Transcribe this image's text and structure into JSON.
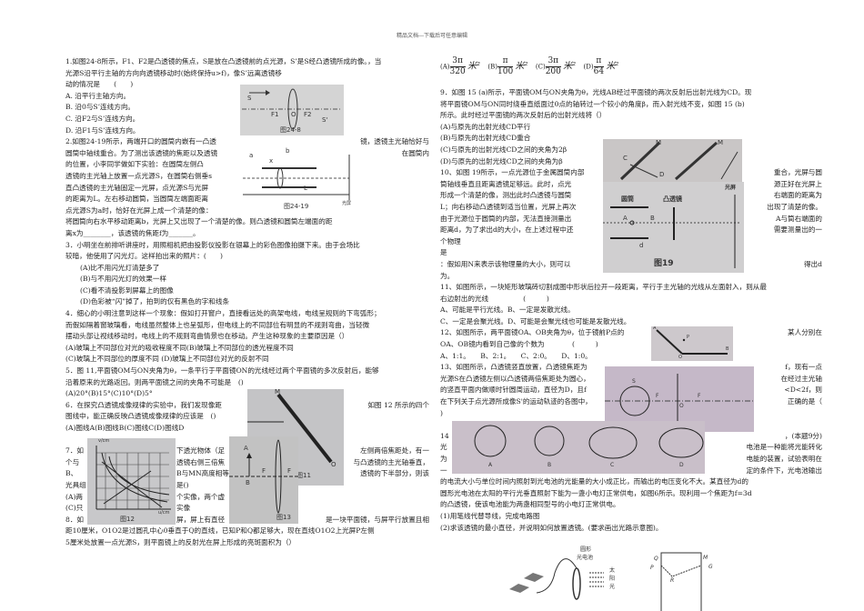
{
  "header": "精品文档---下载后可任意编辑",
  "left": {
    "lines": [
      "1.如图24-8所示，F1、F2是凸透镜的焦点，S是放在凸透镜前的点光源，S’是S经凸透镜所成的像。，当",
      "光源S沿平行主轴的方向向透镜移动时(始终保持u>f)，像S’远离透镜移",
      "动的情况是　　(　　)",
      "A. 沿平行主轴方向。",
      "B. 沿0与S’连线方向。",
      "C. 沿F2与S’连线方向。",
      "D. 沿F1与S’连线方向。"
    ],
    "q2a": "2.如图24-19所示，两端开口的圆筒内嵌有一凸透",
    "q2a_r": "镜，透镜主光轴恰好与",
    "q2b": "圆筒中轴线重合。为了测出该透镜的焦距以及透镜",
    "q2b_r": "在圆筒内",
    "lines2": [
      "的位置，小李同学做如下实验：在圆筒左侧凸",
      "透镜的主光轴上放置一点光源S，在圆筒右侧垂s",
      "直凸透镜的主光轴固定一光屏，点光源S与光屏",
      "的距离为L。左右移动圆筒，当圆筒左端面距离",
      "点光源S为a时，恰好在光屏上成一个清楚的像：",
      "将圆筒向右水平移动距离b，光屏上又出现了一个清楚的像。则凸透镜和圆筒左端面的距",
      "离x为________，该透镜的焦距f为_______。",
      "3．小明坐在前排听讲座时，用照相机把由投影仪投影在银幕上的彩色图像拍摄下来。由于会场比",
      "较暗，他使用了闪光灯。这样拍出来的照片：(　　)"
    ],
    "q3opts": [
      "(A)比不用闪光灯清楚多了",
      "(B)与不用闪光灯的效果一样",
      "(C)看不清投影到屏幕上的图像",
      "(D)色彩被“闪”掉了，拍到的仅有黑色的字和线条"
    ],
    "lines3": [
      "4．细心的小明注意到这样一个现象：假如打开窗户，直接看远处的高架电线，电线呈规则的下弯弧形；",
      "而假如隔着窗玻璃看，电线虽然整体上也呈弧形，但电线上的不同部位有明显的不规则弯曲，当轻微",
      "摆动头部让视线移动时，电线上的不规则弯曲情景也在移动。产生这种现象的主要原因是（）",
      "(A)玻璃上不同部位对光的吸收程度不同(B)玻璃上不同部位的透光程度不同",
      "(C)玻璃上不同部位的厚度不同 (D)玻璃上不同部位对光的反射不同",
      "5．图 11,平面镜OM与ON夹角为θ，一条平行于平面镜ON的光线经过两个平面镜的多次反射后，能够",
      "沿着原来的光路返回。则两平面镜之间的夹角不可能是　()",
      "(A)20°(B)15°(C)10°(D)5°",
      "6．在探究凸透镜成像规律的实验中，我们发现像距",
      "图线中，能正确反映凸透镜成像规律的应该是　()",
      "(A)图线A(B)图线B(C)图线C(D)图线D"
    ],
    "q6_r": "如图 12 所示的四个",
    "lines4": [
      "7．如",
      "个与",
      "B、",
      "光具组",
      "(A)两",
      "(C)只"
    ],
    "lines4_r": [
      "下透光物体（足",
      "透镜右侧三倍焦",
      "B与MN高度相等",
      "是()",
      "个实像，两个虚",
      "实像"
    ],
    "lines4_rr": [
      "左侧两倍焦距处，有一",
      "与凸透镜的主光轴垂直，",
      "透镜的下半部分，则该",
      "",
      "",
      ""
    ],
    "q8a": "8．如",
    "q8a_r": "屏，屏上有直径",
    "q8a_rr": "是一块平面镜，与屏平行放置且相",
    "q8b": "距10厘米，O1O2是过圆孔中心0垂直于Q的直线，已知P和Q都足够大，现在直线O1O2上光屏P左侧",
    "q8c": "5厘米处放置一点光源S，则平面镜上的反射光在屏上形成的亮斑面积为（）",
    "fig248": {
      "caption": "图24-8",
      "labels": [
        "S",
        "F1",
        "O",
        "F2",
        "S'"
      ]
    },
    "fig2419": {
      "caption": "图24-19",
      "labels": [
        "a",
        "x",
        "b",
        "L",
        "光屏"
      ]
    },
    "fig11": {
      "caption": "图11",
      "labels": [
        "M",
        "O"
      ]
    },
    "fig12": {
      "caption": "图12",
      "ylabel": "v/cm",
      "xlabel": "u/cm",
      "yticks": [
        "30",
        "20",
        "10"
      ],
      "xticks": [
        "0",
        "10",
        "20",
        "30"
      ],
      "curves": [
        "A",
        "B",
        "C",
        "D"
      ]
    },
    "fig13": {
      "caption": "图13",
      "labels": [
        "A",
        "B",
        "F",
        "F"
      ]
    }
  },
  "right": {
    "q8opts": [
      {
        "label": "(A)",
        "num": "3π",
        "den": "320"
      },
      {
        "label": "(B)",
        "num": "π",
        "den": "100"
      },
      {
        "label": "(C)",
        "num": "3π",
        "den": "200"
      },
      {
        "label": "(D)",
        "num": "π",
        "den": "64"
      }
    ],
    "unit": "米²",
    "lines": [
      "9．如图 15 (a)所示，平面镜OM与ON夹角为θ，光线AB经过平面镜的两次反射后出射光线为CD。现",
      "将平面镜OM与ON同时绕垂直纸面过0点的轴转过一个较小的角度β，而入射光线不变，如图 15 (b)",
      "所示。此时经过平面镜的两次反射后的出射光线将（）",
      "(A)与原先的出射光线CD平行",
      "(B)与原先的出射光线CD重合",
      "(C)与原先的出射光线CD之间的夹角为2β",
      "(D)与原先的出射光线CD之间的夹角为β"
    ],
    "q10": [
      [
        "10、如图 19所示，一点光源位于金属圆筒内部",
        "重合，光屏与圆"
      ],
      [
        "筒轴线垂直且距离透镜足够远。此时，点光",
        "源正好在光屏上"
      ],
      [
        "形成一个清楚的像，测出此时凸透镜与圆筒",
        "右端面的距离为"
      ],
      [
        "L；向右移动凸透镜到适当位置，光屏上再次",
        "出现了清楚的像。"
      ],
      [
        "由于光源位于圆筒的内部，无法直接测量出",
        "A与筒右端面的"
      ],
      [
        "距离d，为了求出d的大小，在上述过程中还",
        "需要测量出的一"
      ],
      [
        "个物理",
        ""
      ],
      [
        "是",
        ""
      ],
      [
        "：假如用N来表示该物理量的大小，则可以",
        "得出d"
      ],
      [
        "为。",
        ""
      ]
    ],
    "lines2": [
      "11、如图所示，一块矩形玻璃砖切割成图中形状后拉开一段距离，平行于主光轴的光线从左面射入，则从最",
      "右边射出的光线　　　　　(　　　)",
      "A、可能是平行光线。B、一定是发散光线。",
      "C、一定是会聚光线。D、可能是会聚光线也可能是发散光线。"
    ],
    "q12": [
      [
        "12、如图所示，两平面镜OA、OB夹角为θ，位于镜前P点的",
        "某人分别在"
      ],
      [
        "OA、OB镜内看到自己像的个数为　　　　(　　　)",
        ""
      ],
      [
        "A、1:1。　　B、2:1。　　C、2:0。　　D、1:0。",
        ""
      ]
    ],
    "q13": [
      [
        "13、如图所示，凸透镜竖直放置，凸透镜焦距为",
        "f，现有一点"
      ],
      [
        "光源S在凸透镜左侧以凸透镜两倍焦距处为圆心，",
        "在经过主光轴"
      ],
      [
        "的竖直平面内做顺时针圆周运动，直径为D，且f",
        "<D<2f，则"
      ],
      [
        "在下列关于点光源所成像S'的运动轨迹的各图中，",
        "正确的是（"
      ],
      [
        ")",
        ""
      ]
    ],
    "q14": [
      [
        "14",
        "，(本题9分)"
      ],
      [
        "光",
        "电池是一种能将光能转化"
      ],
      [
        "为",
        "电能的装置，试验表明在"
      ],
      [
        "一",
        "定的条件下，光电池输出"
      ]
    ],
    "lines3": [
      "的电流大小与单位时间内照射到光电池的光能量的大小成正比，而输出的电压变化不大。某直径为d的",
      "圆形光电池在太阳的平行光垂直照射下能为一盏小电灯正常供电，如图6所示。现利用一个焦距为f=3d",
      "的凸透镜，使该电池能为两盏相同型号的小电灯正常供电。",
      "(1)用笔线代替导线，完成电路图",
      "(2)求该透镜的最小直径，并说明如何放置透镜。(要求画出光路示意图)。"
    ],
    "fig15": {
      "labels": [
        "M",
        "C",
        "D",
        "M"
      ]
    },
    "fig19": {
      "caption": "图19",
      "labels": [
        "圆筒",
        "凸透镜",
        "光屏",
        "A",
        "B",
        "d"
      ]
    },
    "fig12": {
      "labels": [
        "A",
        "P",
        "O",
        "B"
      ]
    },
    "fig13": {
      "labels": [
        "S",
        "F",
        "O",
        "F"
      ]
    },
    "options14": [
      "A",
      "B",
      "C",
      "D"
    ],
    "circuit": {
      "labels": [
        "圆形",
        "光电池",
        "太",
        "阳",
        "光"
      ]
    },
    "prism": {
      "labels": [
        "Q",
        "P",
        "R",
        "M",
        "G"
      ]
    }
  }
}
